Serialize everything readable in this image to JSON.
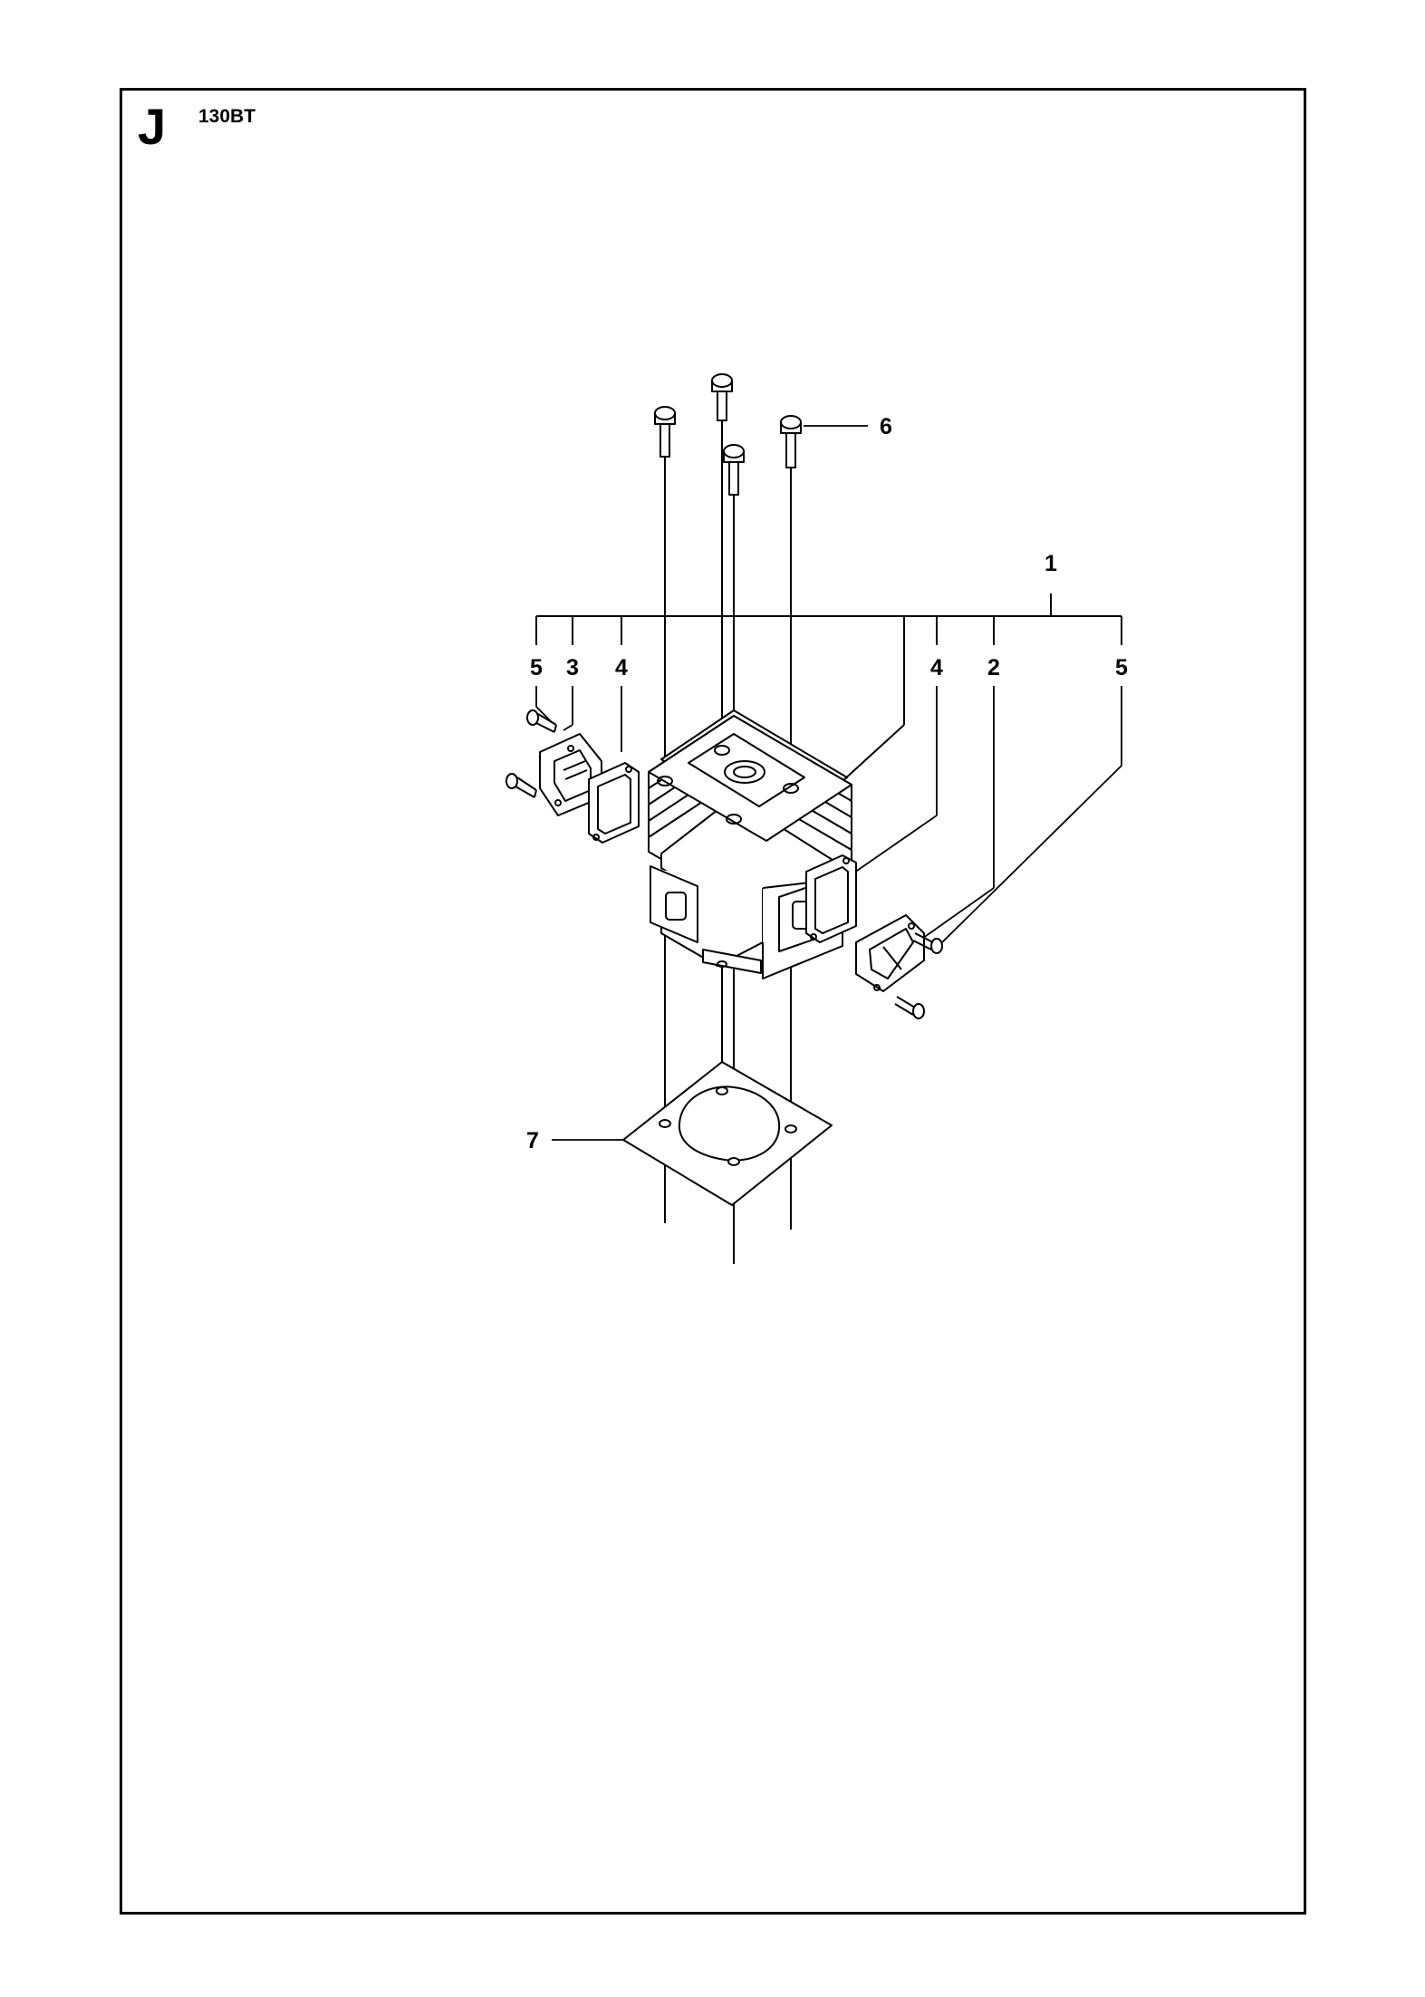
{
  "header": {
    "section_letter": "J",
    "model": "130BT"
  },
  "callouts": {
    "c1": "1",
    "c2": "2",
    "c3": "3",
    "c4a": "4",
    "c4b": "4",
    "c5a": "5",
    "c5b": "5",
    "c6": "6",
    "c7": "7"
  }
}
